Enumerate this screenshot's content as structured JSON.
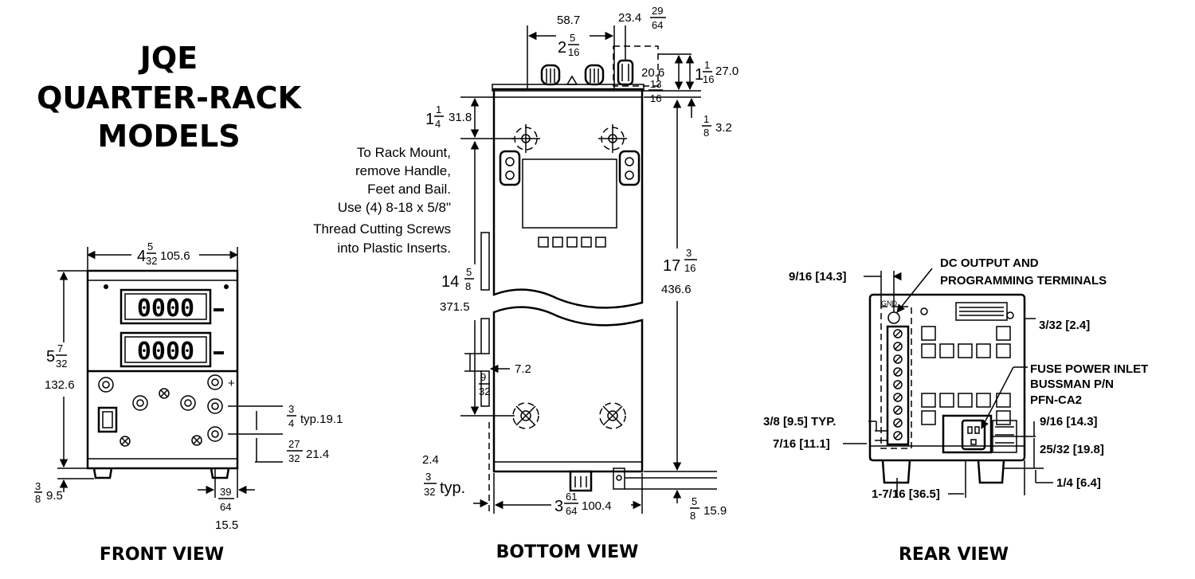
{
  "title": {
    "line1": "JQE",
    "line2": "QUARTER-RACK",
    "line3": "MODELS"
  },
  "front_view": {
    "label": "FRONT VIEW",
    "display1": "0000",
    "display2": "0000",
    "width_whole": "4",
    "width_num": "5",
    "width_den": "32",
    "width_mm": "105.6",
    "height_whole": "5",
    "height_num": "7",
    "height_den": "32",
    "height_mm": "132.6",
    "foot_num": "3",
    "foot_den": "8",
    "foot_mm": "9.5",
    "spacing_num": "3",
    "spacing_den": "4",
    "spacing_mm": "typ.19.1",
    "spacing2_num": "27",
    "spacing2_den": "32",
    "spacing2_mm": "21.4",
    "offset_num": "39",
    "offset_den": "64",
    "offset_mm": "15.5"
  },
  "bottom_view": {
    "label": "BOTTOM VIEW",
    "top_mm": "58.7",
    "top_whole": "2",
    "top_num": "5",
    "top_den": "16",
    "knob_mm": "23.4",
    "knob_num": "29",
    "knob_den": "64",
    "proj_mm": "20.6",
    "proj_whole": "1",
    "proj_num": "1",
    "proj_den": "16",
    "proj_total_mm": "27.0",
    "small_num": "13",
    "small_den": "16",
    "gap_num": "1",
    "gap_den": "8",
    "gap_mm": "3.2",
    "hole_whole": "1",
    "hole_num": "1",
    "hole_den": "4",
    "hole_mm": "31.8",
    "depth_whole": "14",
    "depth_num": "5",
    "depth_den": "8",
    "depth_mm": "371.5",
    "total_whole": "17",
    "total_num": "3",
    "total_den": "16",
    "total_mm": "436.6",
    "slot_num": "9",
    "slot_den": "32",
    "slot_mm": "7.2",
    "rear_mm": "2.4",
    "rear_num": "3",
    "rear_den": "32",
    "rear_typ": "typ.",
    "width_whole": "3",
    "width_num": "61",
    "width_den": "64",
    "width_mm": "100.4",
    "foot_num": "5",
    "foot_den": "8",
    "foot_mm": "15.9",
    "note": [
      "To Rack Mount,",
      "remove Handle,",
      "Feet and Bail.",
      "Use (4) 8-18 x 5/8\"",
      "Thread Cutting Screws",
      "into Plastic Inserts."
    ]
  },
  "rear_view": {
    "label": "REAR VIEW",
    "dc_output_1": "DC OUTPUT AND",
    "dc_output_2": "PROGRAMMING TERMINALS",
    "left_top_dim": "9/16 [14.3]",
    "right_top_dim": "3/32 [2.4]",
    "fuse_1": "FUSE POWER INLET",
    "fuse_2": "BUSSMAN P/N",
    "fuse_3": "PFN-CA2",
    "typ_dim": "3/8 [9.5] TYP.",
    "left_low_dim": "7/16 [11.1]",
    "right_mid_dim": "9/16 [14.3]",
    "right_low_dim": "25/32 [19.8]",
    "foot_dim": "1/4 [6.4]",
    "bottom_dim": "1-7/16 [36.5]"
  }
}
